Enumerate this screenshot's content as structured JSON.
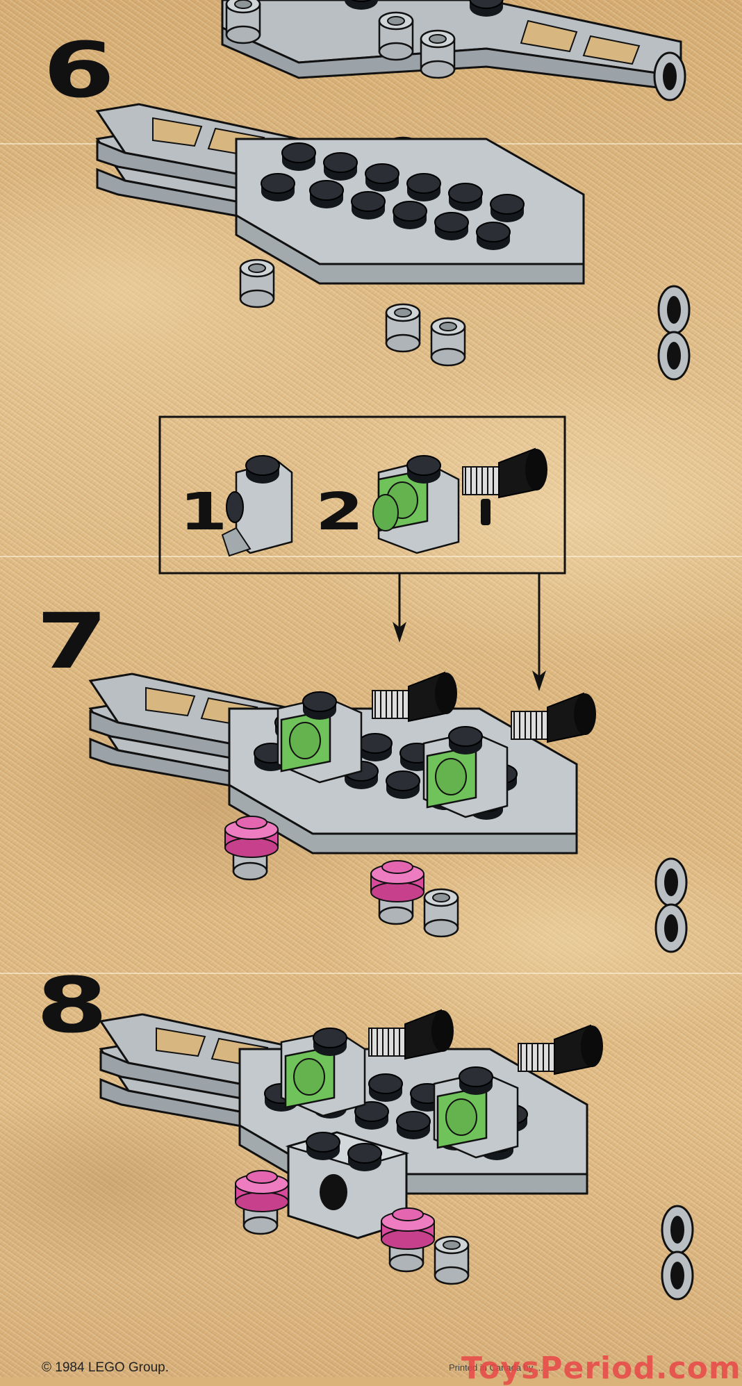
{
  "steps": [
    {
      "number": "6"
    },
    {
      "number": "7"
    },
    {
      "number": "8"
    }
  ],
  "callout": {
    "items": [
      {
        "count": "1"
      },
      {
        "count": "2"
      }
    ]
  },
  "footer": {
    "copyright": "© 1984 LEGO Group.",
    "printed": "Printed in Canada by ...",
    "watermark": "ToysPeriod.com"
  },
  "colors": {
    "brick_gray": "#b9bfc3",
    "brick_dark": "#1a1d22",
    "green": "#72c25a",
    "pink": "#e057a6",
    "background": "#dcb67e"
  }
}
